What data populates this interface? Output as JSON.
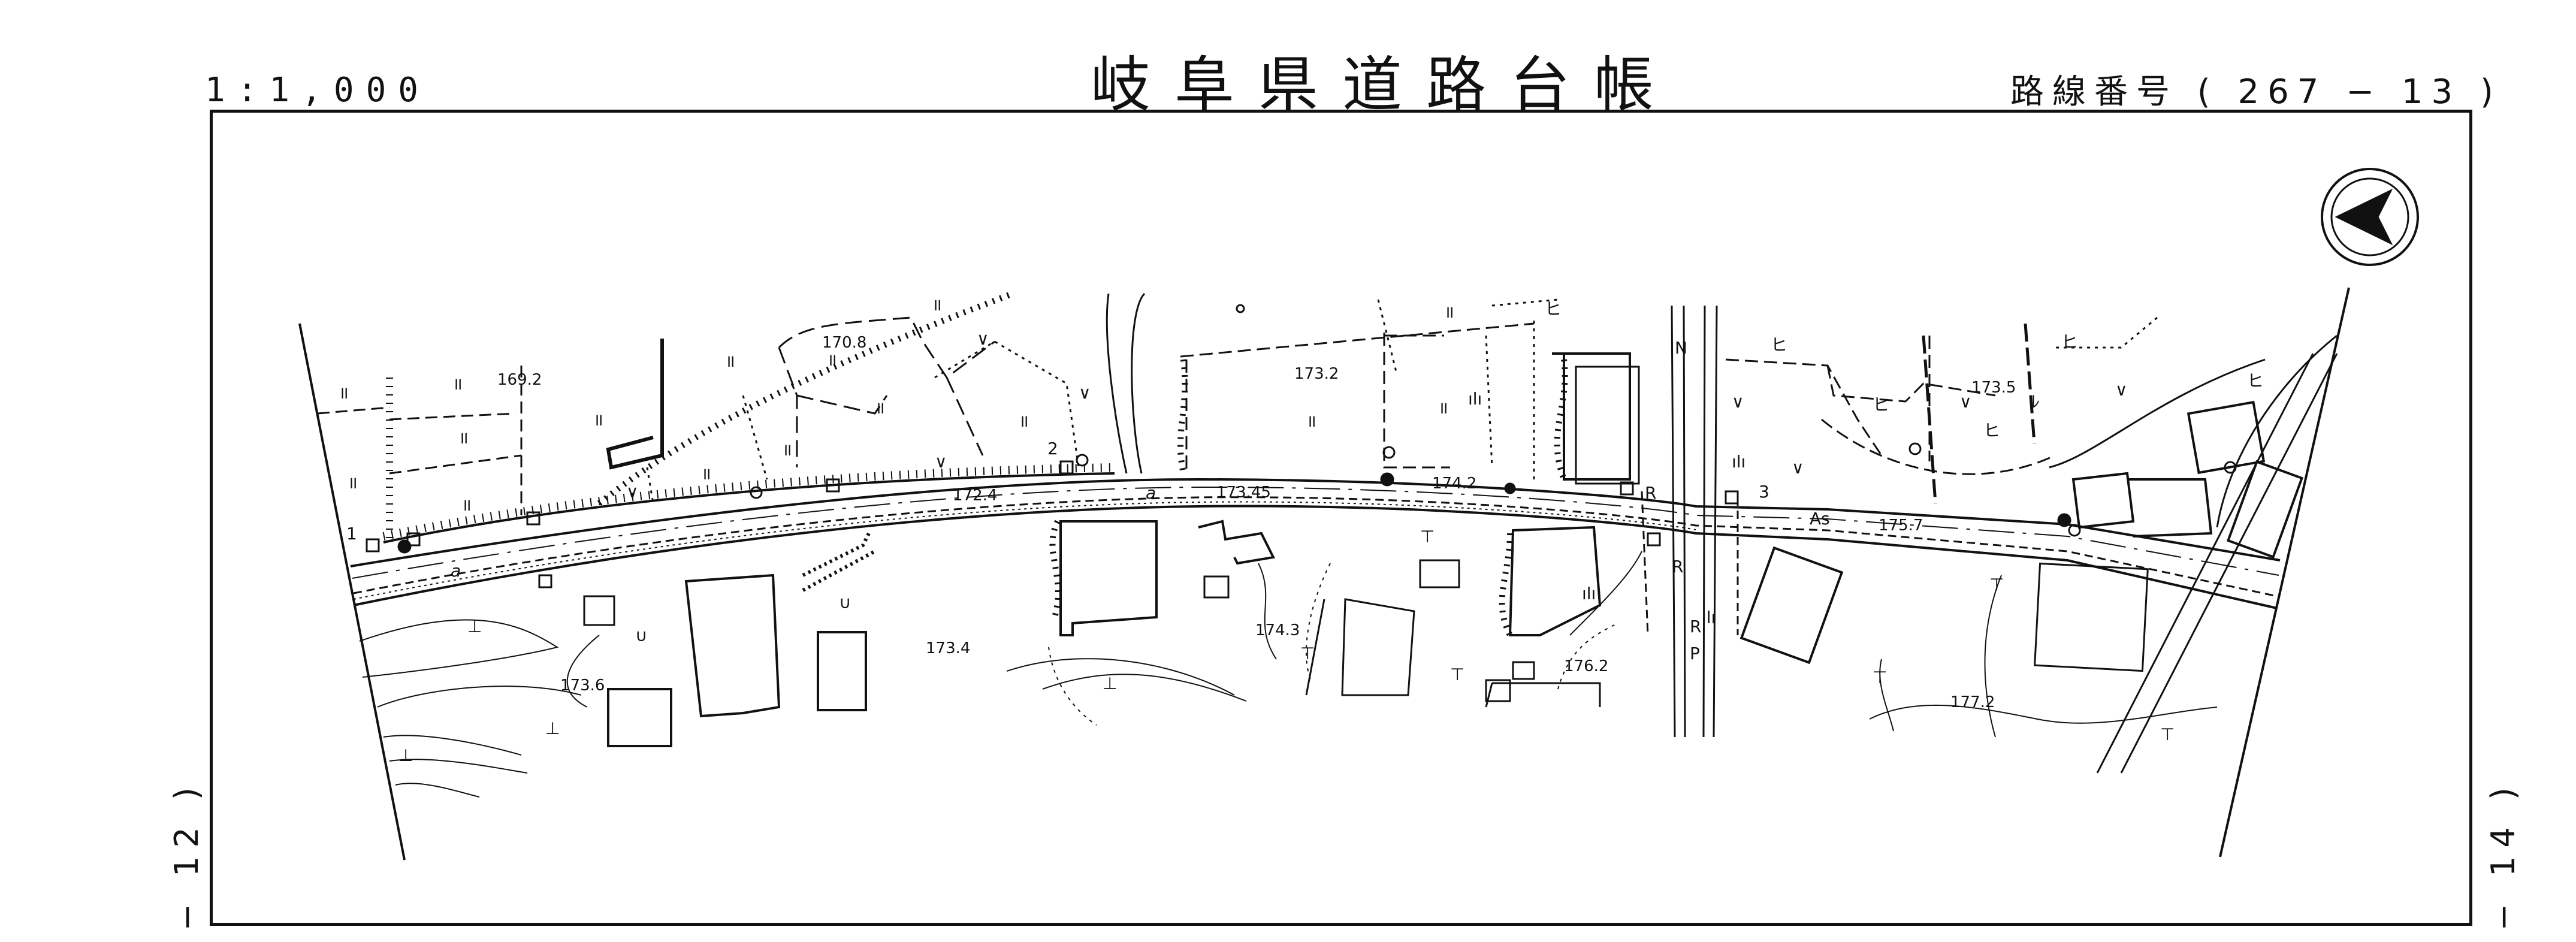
{
  "header": {
    "scale": "1:1,000",
    "title": "岐阜県道路台帳",
    "route_label": "路線番号",
    "route_open": "(",
    "route_number": "267",
    "route_dash": "−",
    "route_sheet": "13",
    "route_close": ")"
  },
  "adjacent_sheets": {
    "left": "− 12 )",
    "right": "− 14 )"
  },
  "map": {
    "elevations": [
      "169.2",
      "170.8",
      "172.4",
      "173.45",
      "173.2",
      "174.2",
      "173.6",
      "173.4",
      "174.3",
      "176.2",
      "173.5",
      "175.7",
      "177.2"
    ],
    "markers": {
      "station_1": "1",
      "station_2": "2",
      "line_a1": "a",
      "line_a2": "a",
      "pavement": "As",
      "mark_R1": "R",
      "mark_R2": "R",
      "mark_R3": "R",
      "mark_P": "P",
      "mark_N": "N",
      "mark_3": "3"
    },
    "land_use_symbols": [
      "paddy",
      "field",
      "orchard",
      "wasteland",
      "forest",
      "building"
    ],
    "north_arrow": "north-arrow-icon"
  }
}
